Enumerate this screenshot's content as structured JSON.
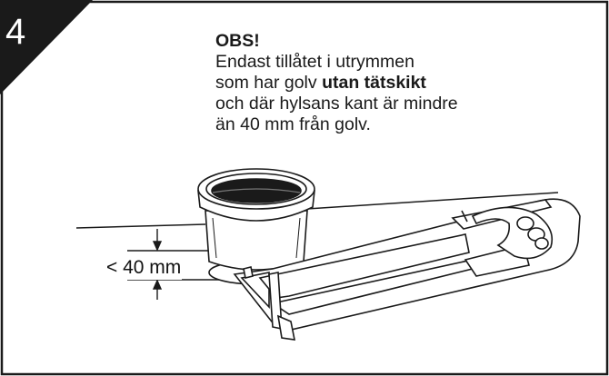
{
  "step": {
    "number": "4"
  },
  "note": {
    "title": "OBS!",
    "line1": "Endast tillåtet i utrymmen",
    "line2_pre": "som har golv ",
    "line2_bold": "utan tätskikt",
    "line3": "och där hylsans kant är mindre",
    "line4": "än 40 mm från golv."
  },
  "dimension": {
    "label": "< 40 mm"
  },
  "colors": {
    "ink": "#1a1a1a",
    "badge": "#1a1a1a",
    "paper": "#ffffff",
    "shade": "#d9d9d9"
  }
}
